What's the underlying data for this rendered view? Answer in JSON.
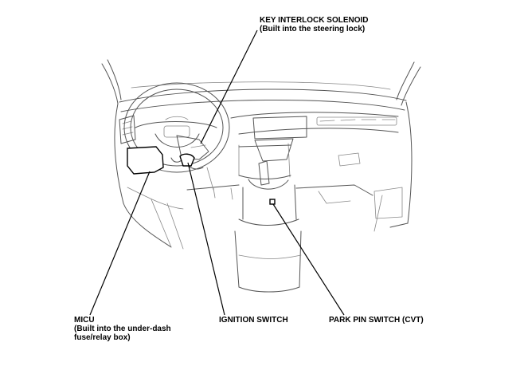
{
  "callouts": {
    "key_interlock": {
      "line1": "KEY INTERLOCK SOLENOID",
      "line2": "(Built into the steering lock)"
    },
    "micu": {
      "line1": "MICU",
      "line2": "(Built into the under-dash",
      "line3": "fuse/relay box)"
    },
    "ignition": {
      "line1": "IGNITION SWITCH"
    },
    "park_pin": {
      "line1": "PARK PIN SWITCH (CVT)"
    }
  }
}
